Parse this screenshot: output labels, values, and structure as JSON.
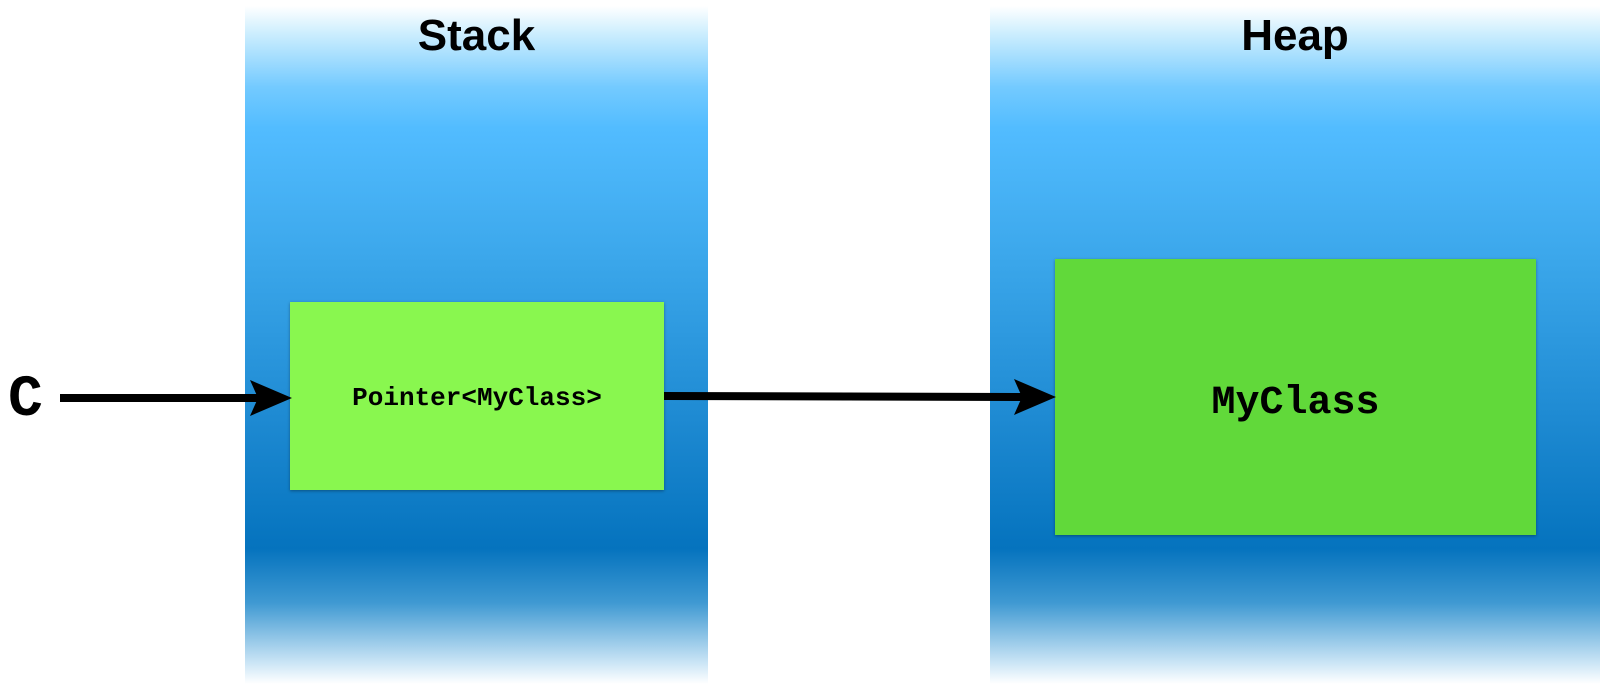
{
  "stack": {
    "title": "Stack",
    "box_label": "Pointer<MyClass>"
  },
  "heap": {
    "title": "Heap",
    "box_label": "MyClass"
  },
  "variable": {
    "label": "C"
  },
  "colors": {
    "stack_box": "#89f74f",
    "heap_box": "#61d93a",
    "column_blue": "#1f8bd3",
    "arrow": "#000000"
  }
}
